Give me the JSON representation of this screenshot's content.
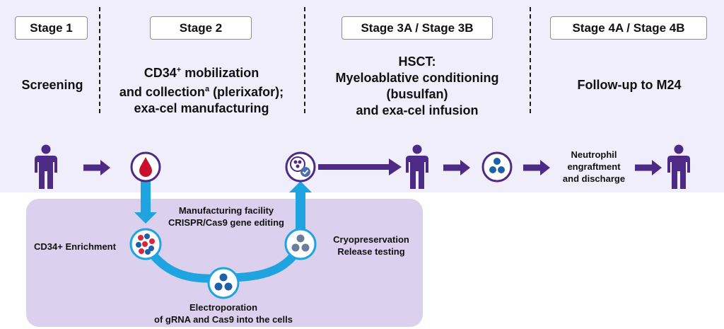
{
  "stages": [
    {
      "label": "Stage 1",
      "description": [
        "Screening"
      ]
    },
    {
      "label": "Stage 2",
      "description": [
        "CD34",
        "+",
        " mobilization",
        "and collection",
        "a",
        " (plerixafor);",
        "exa-cel manufacturing"
      ]
    },
    {
      "label": "Stage 3A / Stage 3B",
      "description": [
        "HSCT:",
        "Myeloablative conditioning",
        "(busulfan)",
        "and exa-cel infusion"
      ]
    },
    {
      "label": "Stage 4A / Stage 4B",
      "description": [
        "Follow-up to M24"
      ]
    }
  ],
  "flow_labels": {
    "neutrophil": [
      "Neutrophil",
      "engraftment",
      "and discharge"
    ],
    "manufacturing": [
      "Manufacturing facility",
      "CRISPR/Cas9 gene editing"
    ],
    "enrichment": "CD34+ Enrichment",
    "cryo": [
      "Cryopreservation",
      "Release testing"
    ],
    "electroporation": [
      "Electroporation",
      "of gRNA and Cas9 into the cells"
    ]
  },
  "icons": {
    "patient": "person-icon",
    "blood_drop": "blood-drop-icon",
    "cells": "cells-icon",
    "cells_checked": "cells-check-icon"
  },
  "colors": {
    "purple": "#4c2a85",
    "blue": "#1fa4e0",
    "red": "#c8102e",
    "cell_blue": "#1f5fa6",
    "top_band": "#f1eefb",
    "bottom_box": "#dcd0ef"
  }
}
